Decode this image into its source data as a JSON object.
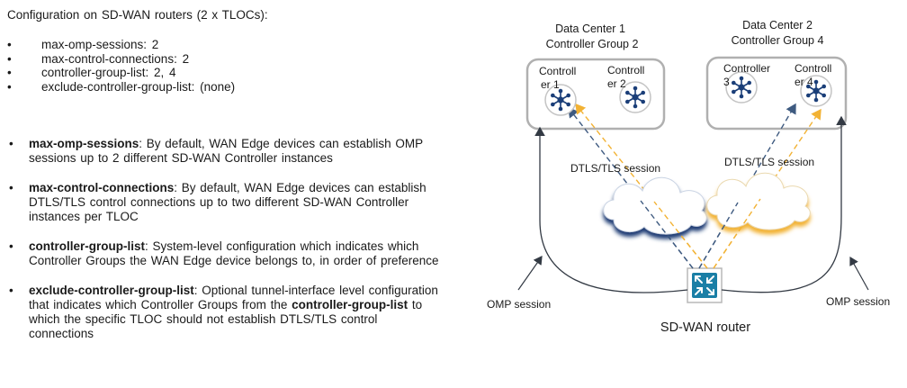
{
  "left": {
    "heading": "Configuration on SD-WAN routers (2 x TLOCs):",
    "config_items": [
      {
        "bullet": "•",
        "text": "max-omp-sessions:  2"
      },
      {
        "bullet": "•",
        "text": "max-control-connections:  2"
      },
      {
        "bullet": "•",
        "text": "controller-group-list:  2, 4"
      },
      {
        "bullet": "•",
        "text": "exclude-controller-group-list:  (none)"
      }
    ],
    "descriptions": [
      {
        "bullet": "•",
        "term": "max-omp-sessions",
        "text": ":  By default, WAN Edge devices can establish OMP sessions up to 2 different  SD-WAN Controller instances"
      },
      {
        "bullet": "•",
        "term": "max-control-connections",
        "text": ":  By default, WAN Edge devices can establish DTLS/TLS  control connections up to two different  SD-WAN Controller instances per TLOC"
      },
      {
        "bullet": "•",
        "term": "controller-group-list",
        "text": ":  System-level configuration  which indicates which Controller Groups the WAN Edge device  belongs to, in order of preference"
      },
      {
        "bullet": "•",
        "term": "exclude-controller-group-list",
        "text": ":  Optional tunnel-interface level configuration that indicates which Controller Groups from the ",
        "term2": "controller-group-list",
        "text2": "  to which the specific TLOC should not establish DTLS/TLS  control connections"
      }
    ]
  },
  "diagram": {
    "dc1": {
      "line1": "Data Center  1",
      "line2": "Controller Group 2"
    },
    "dc2": {
      "line1": "Data Center  2",
      "line2": "Controller Group 4"
    },
    "controllers": [
      {
        "l1": "Controll",
        "l2": "er 1"
      },
      {
        "l1": "Controll",
        "l2": "er 2"
      },
      {
        "l1": "Controller",
        "l2": "3"
      },
      {
        "l1": "Controll",
        "l2": "er 4"
      }
    ],
    "dtls_left": "DTLS/TLS  session",
    "dtls_right": "DTLS/TLS  session",
    "omp_left": "OMP session",
    "omp_right": "OMP session",
    "router_label": "SD-WAN router",
    "colors": {
      "blue_cloud": "#1f3b73",
      "yellow_cloud": "#f2b234",
      "group_box": "#b0b0b0",
      "controller_icon": "#1a3e78",
      "router_icon": "#1a7fa6"
    }
  }
}
